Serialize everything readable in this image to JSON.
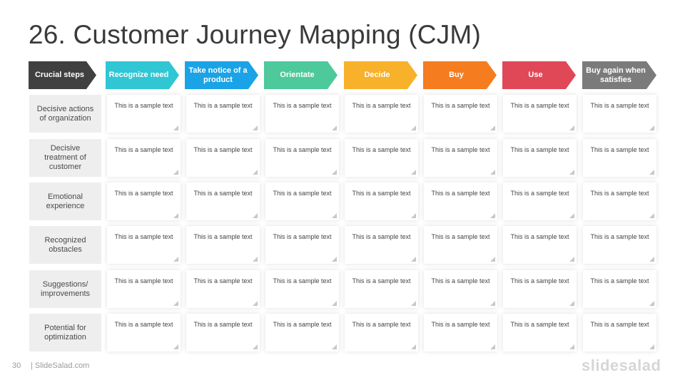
{
  "title": "26. Customer Journey Mapping (CJM)",
  "steps": [
    {
      "label": "Crucial steps",
      "color": "#404040"
    },
    {
      "label": "Recognize need",
      "color": "#30c6d3"
    },
    {
      "label": "Take notice of a product",
      "color": "#1aa3e6"
    },
    {
      "label": "Orientate",
      "color": "#4dc99b"
    },
    {
      "label": "Decide",
      "color": "#f7b12a"
    },
    {
      "label": "Buy",
      "color": "#f57c1f"
    },
    {
      "label": "Use",
      "color": "#e04858"
    },
    {
      "label": "Buy again when satisfies",
      "color": "#7b7b7b"
    }
  ],
  "rows": [
    "Decisive actions of organization",
    "Decisive treatment of customer",
    "Emotional experience",
    "Recognized obstacles",
    "Suggestions/ improvements",
    "Potential for optimization"
  ],
  "cell_text": "This is a sample text",
  "footer": {
    "page_number": "30",
    "site": "| SlideSalad.com",
    "logo": "slidesalad"
  }
}
